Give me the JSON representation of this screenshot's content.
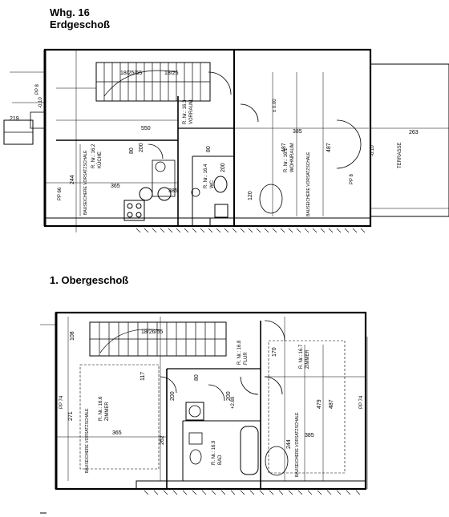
{
  "header": {
    "unit": "Whg. 16",
    "ground_floor": "Erdgeschoß",
    "upper_floor": "1. Obergeschoß"
  },
  "ground": {
    "stair_label": "18/25/55",
    "stair_label2": "18/25",
    "room_vorraum": "R. Nr.: 16.3",
    "room_vorraum_name": "VORRAUM",
    "room_kueche": "R. Nr.: 16.2",
    "room_kueche_name": "KÜCHE",
    "room_wohnraum": "R. Nr.: 16.1",
    "room_wohnraum_name": "WOHNRAUM",
    "room_wc": "R. Nr.: 16.4",
    "room_wc_name": "WC",
    "terrasse": "TERRASSE",
    "vorsatz_left": "BAUSEICHERE VORSATZSCHALE",
    "vorsatz_right": "BAUSEICHERE VORSATZSCHALE",
    "dim_550": "550",
    "dim_200a": "200",
    "dim_200b": "200",
    "dim_80a": "80",
    "dim_80b": "80",
    "dim_385a": "385",
    "dim_385b": "385",
    "dim_365": "365",
    "dim_263": "263",
    "dim_487a": "487",
    "dim_487b": "487",
    "dim_244": "244",
    "dim_120": "120",
    "dim_219": "219",
    "level_a": "± 0.00",
    "level_b": "-0.10",
    "level_c": "-0.10",
    "pp_a": "PP 8",
    "pp_b": "PP 8",
    "pp_c": "PP 66"
  },
  "upper": {
    "stair_label": "18/26/55",
    "room_zimmer_left": "R. Nr.: 16.6",
    "room_zimmer_left_name": "ZIMMER",
    "room_zimmer_right": "R. Nr.: 16.7",
    "room_zimmer_right_name": "ZIMMER",
    "room_flur": "R. Nr.: 16.8",
    "room_flur_name": "FLUR",
    "room_bad": "R. Nr.: 16.9",
    "room_bad_name": "BAD",
    "vorsatz_left": "BAUSEICHERE VORSATZSCHALE",
    "vorsatz_right": "BAUSEICHERE VORSATZSCHALE",
    "dim_200a": "200",
    "dim_200b": "200",
    "dim_80": "80",
    "dim_365": "365",
    "dim_385": "385",
    "dim_262": "262",
    "dim_244": "244",
    "dim_479": "479",
    "dim_487": "487",
    "dim_271": "271",
    "dim_117": "117",
    "dim_170": "170",
    "dim_108": "108",
    "level": "+2.89",
    "pp_a": "PP 74",
    "pp_b": "PP 74"
  }
}
